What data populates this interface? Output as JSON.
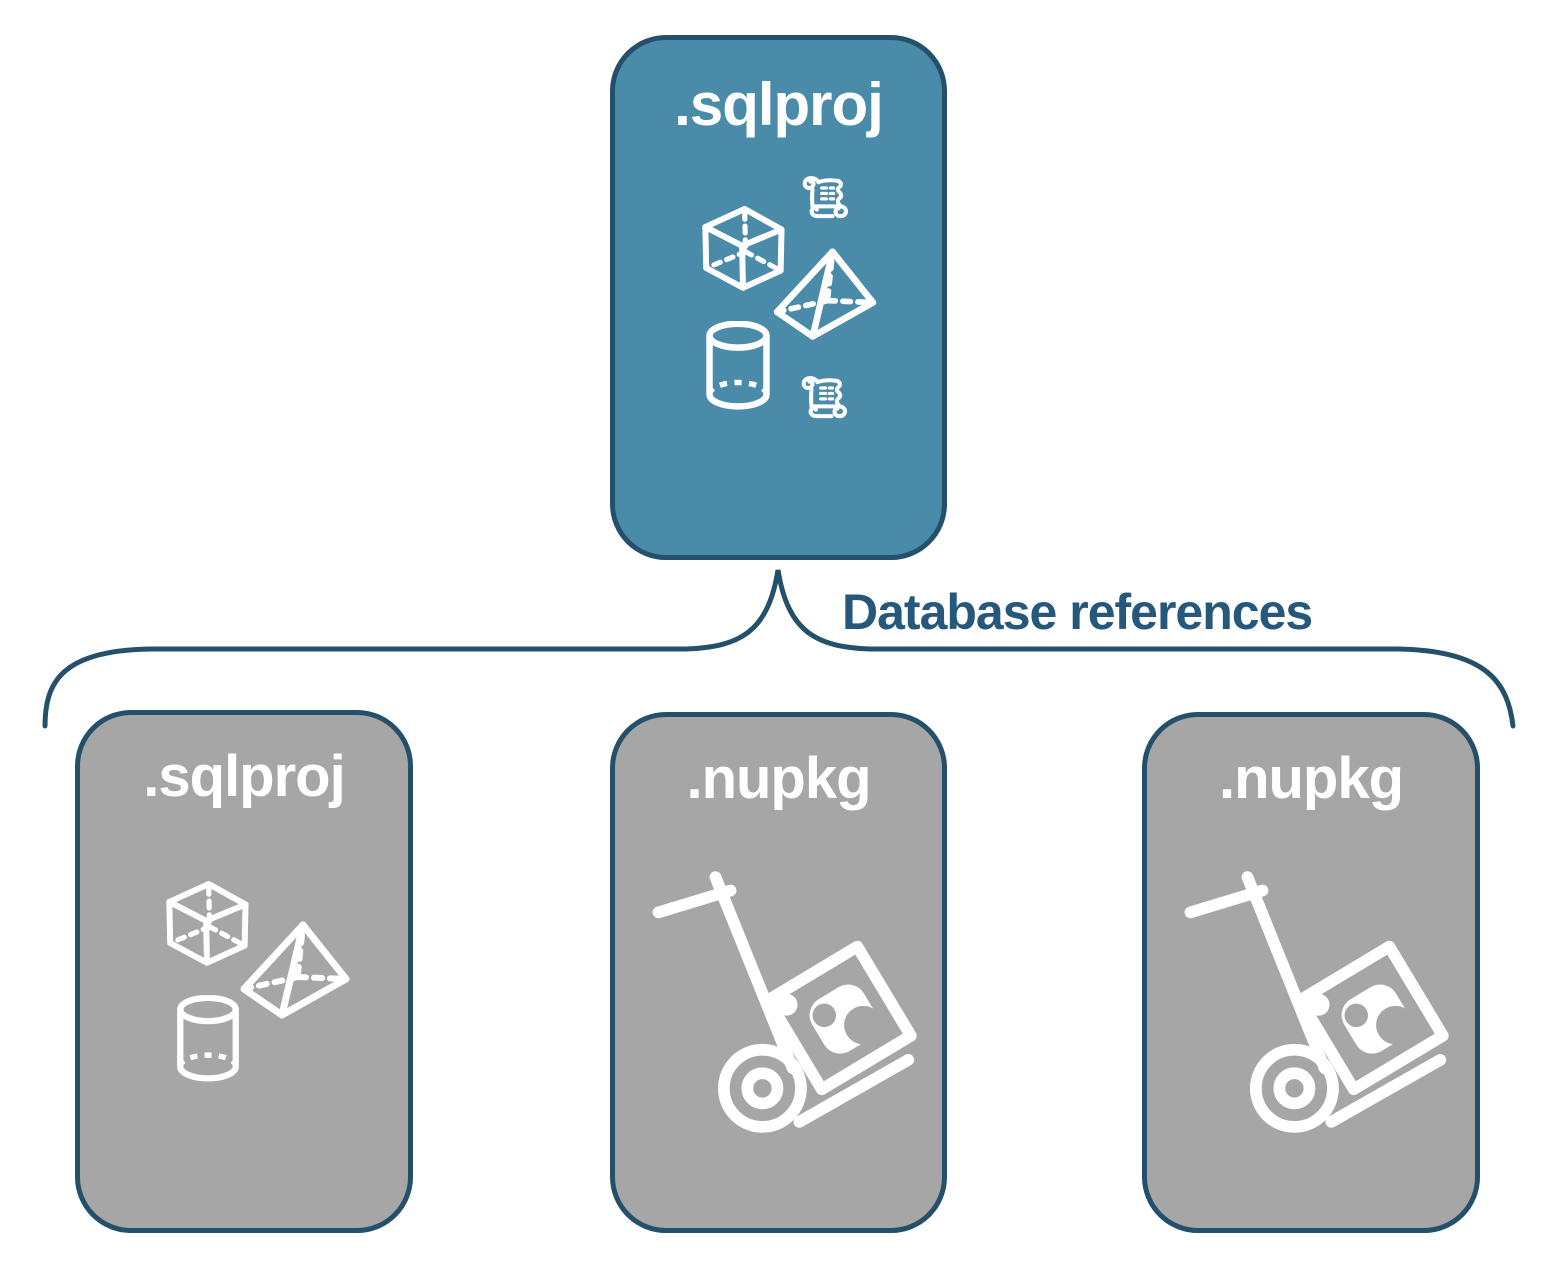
{
  "diagram": {
    "parent": {
      "label": ".sqlproj",
      "icons": [
        "cube-icon",
        "script-scroll-icon",
        "pyramid-icon",
        "database-cylinder-icon",
        "script-scroll-icon"
      ]
    },
    "connector": {
      "label": "Database references"
    },
    "children": [
      {
        "label": ".sqlproj",
        "icons": [
          "cube-icon",
          "pyramid-icon",
          "database-cylinder-icon"
        ]
      },
      {
        "label": ".nupkg",
        "icons": [
          "nuget-package-handtruck-icon"
        ]
      },
      {
        "label": ".nupkg",
        "icons": [
          "nuget-package-handtruck-icon"
        ]
      }
    ],
    "colors": {
      "parent_fill": "#4A8BAA",
      "child_fill": "#A6A6A6",
      "outline": "#24506B",
      "label_text": "#FFFFFF",
      "connector_text": "#26587C",
      "background": "#FFFFFF"
    }
  }
}
